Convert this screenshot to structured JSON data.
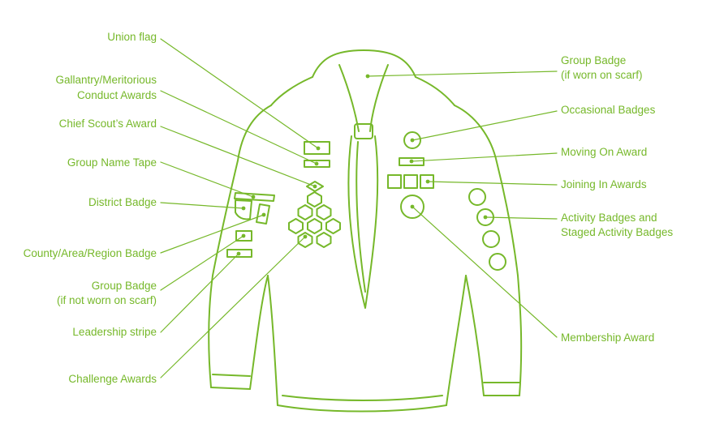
{
  "colors": {
    "stroke": "#76b82a",
    "text": "#76b82a",
    "background": "#ffffff"
  },
  "labels": {
    "union_flag": "Union flag",
    "gallantry_1": "Gallantry/Meritorious",
    "gallantry_2": "Conduct Awards",
    "chief_scout": "Chief Scout’s Award",
    "group_name_tape": "Group Name Tape",
    "district_badge": "District Badge",
    "county_badge": "County/Area/Region Badge",
    "group_badge_sleeve_1": "Group Badge",
    "group_badge_sleeve_2": "(if not worn on scarf)",
    "leadership_stripe": "Leadership stripe",
    "challenge_awards": "Challenge Awards",
    "group_badge_scarf_1": "Group Badge",
    "group_badge_scarf_2": "(if worn on scarf)",
    "occasional_badges": "Occasional Badges",
    "moving_on_award": "Moving On Award",
    "joining_in_awards": "Joining In Awards",
    "activity_badges_1": "Activity Badges and",
    "activity_badges_2": "Staged Activity Badges",
    "membership_award": "Membership Award"
  }
}
